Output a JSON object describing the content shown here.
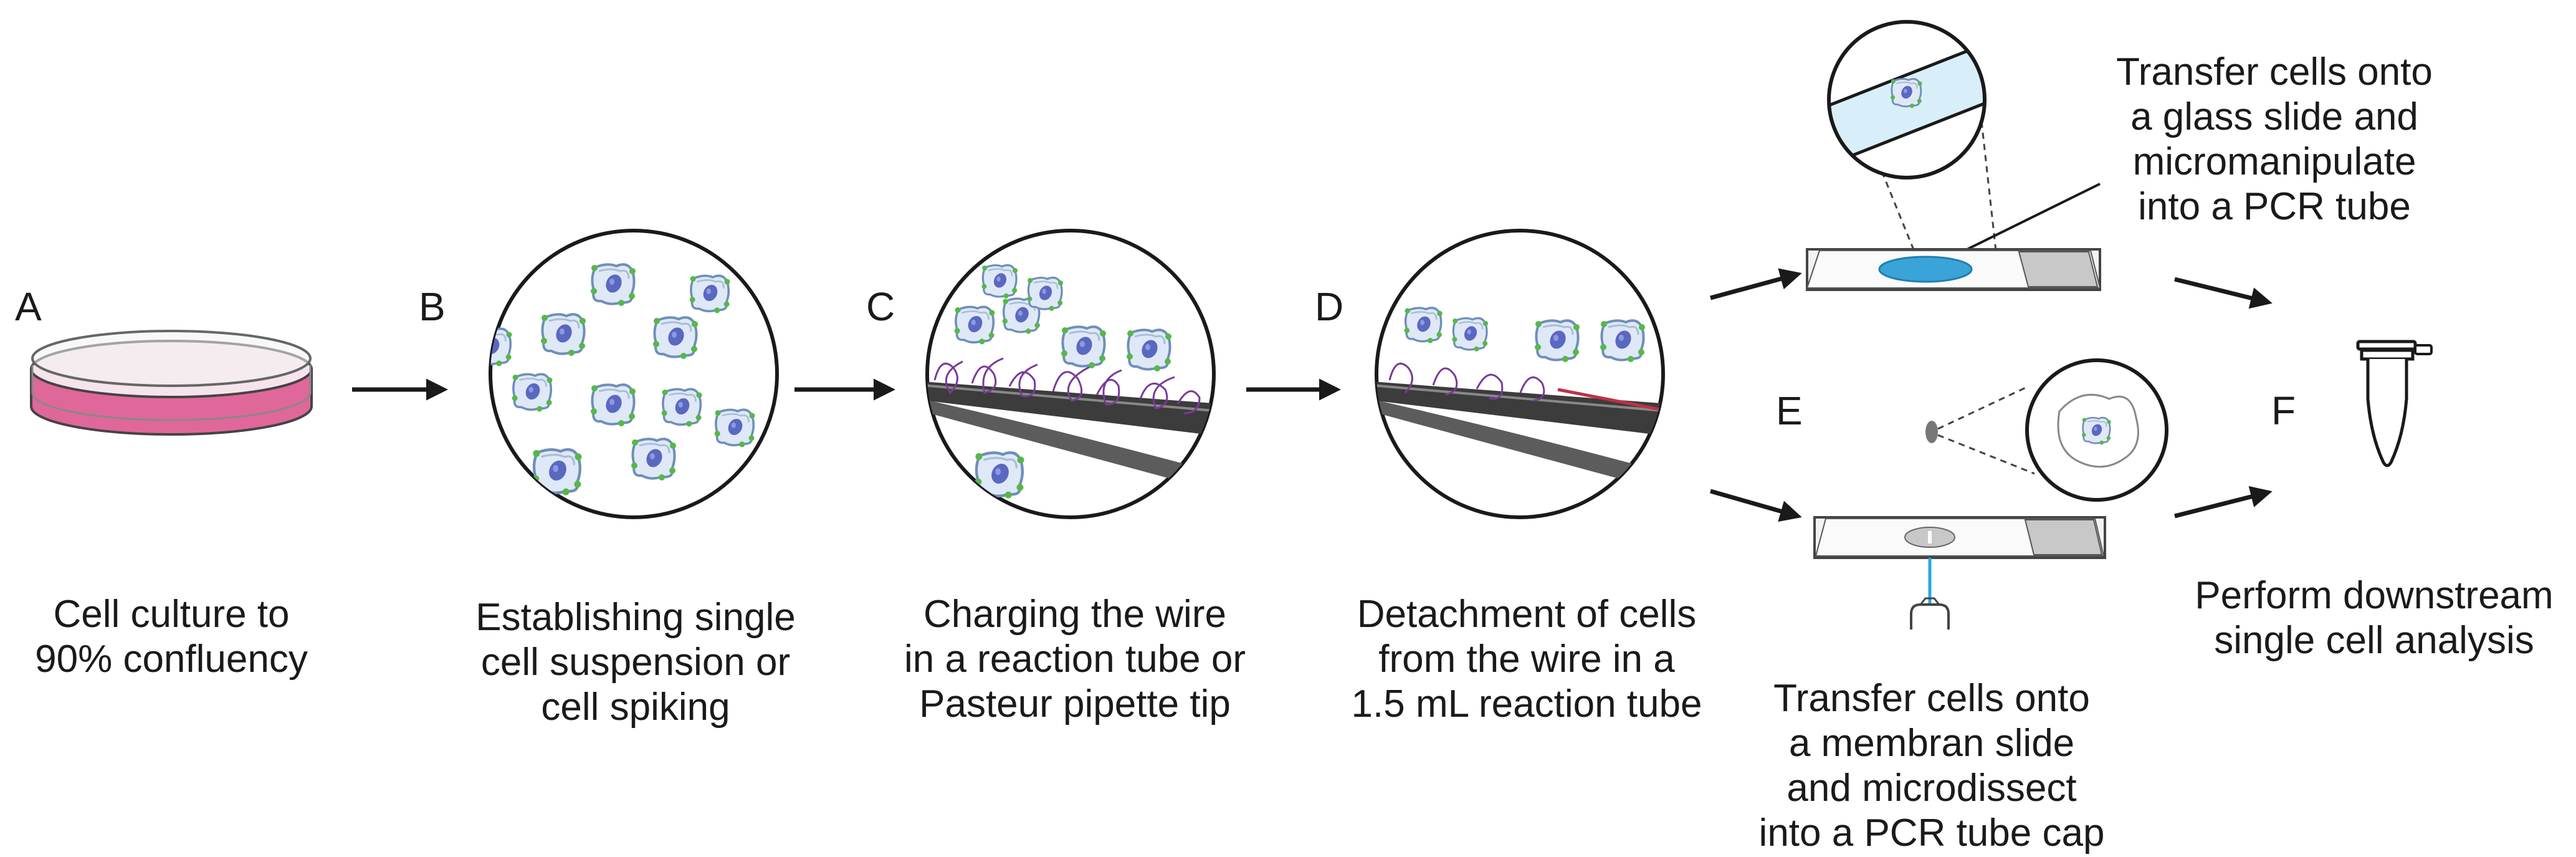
{
  "steps": [
    {
      "letter": "A",
      "caption": [
        "Cell culture to",
        "90% confluency"
      ]
    },
    {
      "letter": "B",
      "caption": [
        "Establishing single",
        "cell suspension or",
        "cell spiking"
      ]
    },
    {
      "letter": "C",
      "caption": [
        "Charging the wire",
        "in a reaction tube or",
        "Pasteur pipette tip"
      ]
    },
    {
      "letter": "D",
      "caption": [
        "Detachment of cells",
        "from the wire in a",
        "1.5 mL reaction tube"
      ]
    },
    {
      "letter": "E",
      "caption_top": [
        "Transfer cells onto",
        "a glass slide and",
        "micromanipulate",
        "into a PCR tube"
      ],
      "caption_bottom": [
        "Transfer cells onto",
        "a membran slide",
        "and microdissect",
        "into a PCR tube cap"
      ]
    },
    {
      "letter": "F",
      "caption": [
        "Perform downstream",
        "single cell analysis"
      ]
    }
  ],
  "colors": {
    "dish_media": "#e0679a",
    "cell_fill": "#dfe8f6",
    "nucleus": "#5a68c0",
    "marker": "#55b848",
    "wire": "#3c3c3c",
    "fiber": "#7a3a98",
    "slide_circle": "#3aa4d8",
    "slide_tint": "#d8eef8",
    "laser": "#29a8e0"
  },
  "icons": [
    "petri-dish-icon",
    "cell-icon",
    "wire-icon",
    "glass-slide-icon",
    "membrane-slide-icon",
    "pcr-tube-icon",
    "arrow-icon"
  ]
}
